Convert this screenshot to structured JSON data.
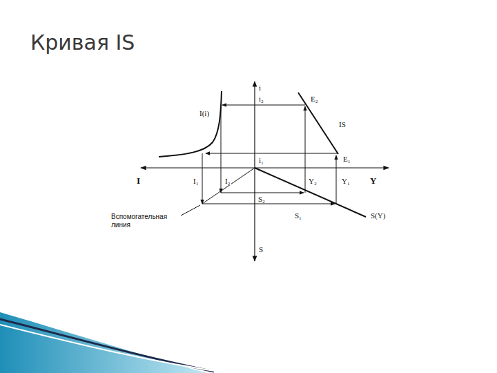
{
  "diagram": {
    "title": "Кривая IS",
    "labels": [
      "i",
      "i₂",
      "E₂",
      "I(i)",
      "IS",
      "i₁",
      "E₁",
      "I",
      "I₁",
      "I₂",
      "Y₂",
      "Y₁",
      "Y",
      "S₂",
      "Вспомогательная линия",
      "S₁",
      "S(Y)",
      "S"
    ]
  }
}
